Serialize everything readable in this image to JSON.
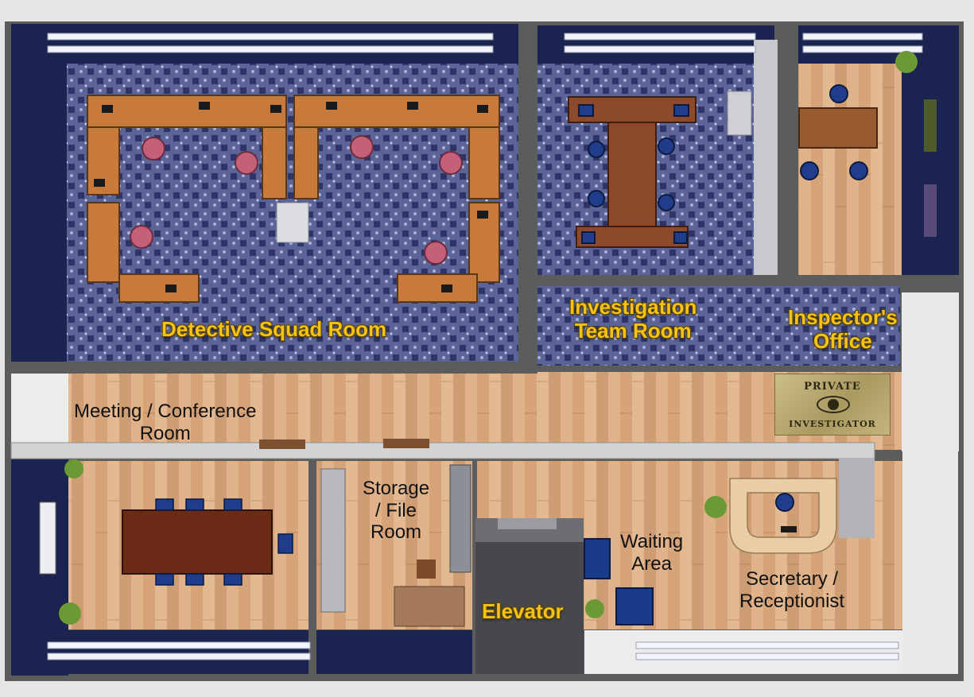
{
  "rooms": {
    "detective_squad_room": "Detective Squad Room",
    "investigation_team_room_line1": "Investigation",
    "investigation_team_room_line2": "Team Room",
    "inspectors_office_line1": "Inspector's",
    "inspectors_office_line2": "Office",
    "meeting_room_line1": "Meeting / Conference",
    "meeting_room_line2": "Room",
    "storage_line1": "Storage",
    "storage_line2": "/ File",
    "storage_line3": "Room",
    "waiting_area_line1": "Waiting",
    "waiting_area_line2": "Area",
    "secretary_line1": "Secretary /",
    "secretary_line2": "Receptionist",
    "elevator": "Elevator"
  },
  "sign": {
    "line1": "PRIVATE",
    "line2": "INVESTIGATOR"
  },
  "colors": {
    "wall": "#5c5c5c",
    "carpet": "#5b6496",
    "wood_floor": "#d8ab82",
    "window_wall": "#1b2450",
    "desk": "#c87a3c",
    "chair_pink": "#c4607a",
    "chair_blue": "#1f3d8a",
    "label_gold": "#f5c21a"
  }
}
